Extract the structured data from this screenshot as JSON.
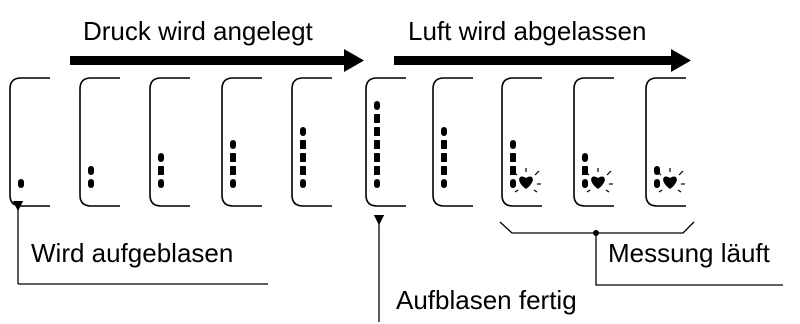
{
  "header": {
    "pressure_label": "Druck wird angelegt",
    "deflate_label": "Luft wird abgelassen"
  },
  "panels": [
    {
      "segments": 1,
      "heart": false
    },
    {
      "segments": 2,
      "heart": false
    },
    {
      "segments": 3,
      "heart": false
    },
    {
      "segments": 4,
      "heart": false
    },
    {
      "segments": 5,
      "heart": false
    },
    {
      "segments": 7,
      "heart": false
    },
    {
      "segments": 5,
      "heart": false
    },
    {
      "segments": 4,
      "heart": true
    },
    {
      "segments": 3,
      "heart": true
    },
    {
      "segments": 2,
      "heart": true
    }
  ],
  "callouts": {
    "inflating": "Wird aufgeblasen",
    "inflation_done": "Aufblasen fertig",
    "measuring": "Messung läuft"
  },
  "icons": [
    "heart-icon"
  ],
  "colors": {
    "ink": "#000000",
    "background": "#ffffff"
  }
}
